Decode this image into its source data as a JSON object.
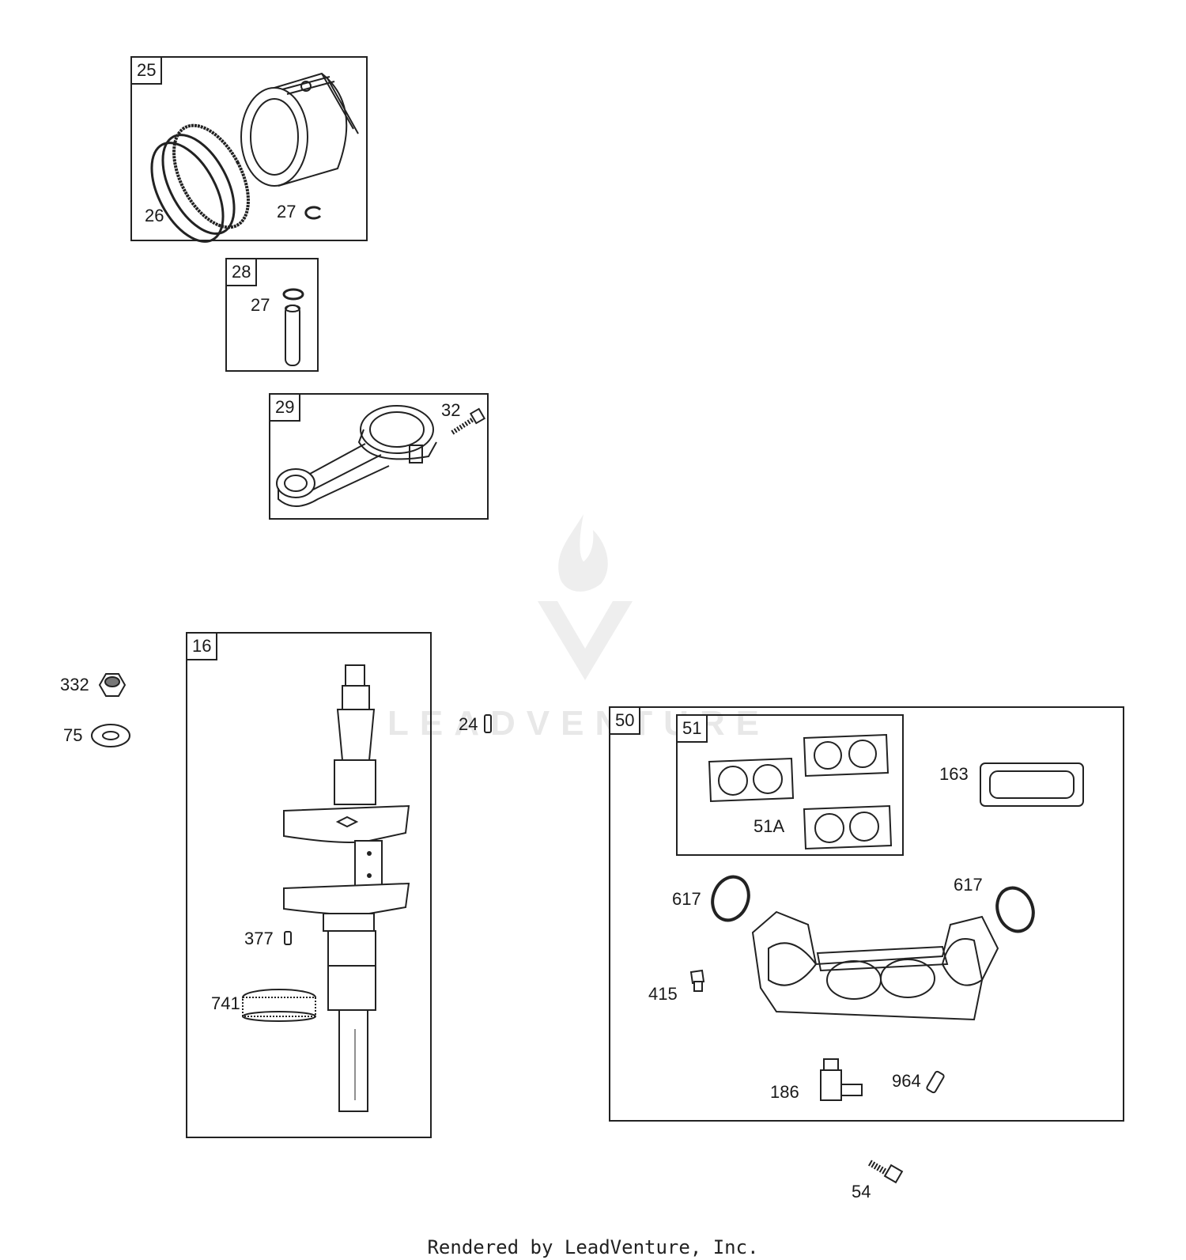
{
  "watermark": "LEADVENTURE",
  "footer": "Rendered by LeadVenture, Inc.",
  "boxes": {
    "piston": {
      "tag": "25",
      "rings": "26",
      "clip": "27"
    },
    "pin": {
      "tag": "28",
      "clip": "27"
    },
    "rod": {
      "tag": "29",
      "bolt": "32"
    },
    "crank": {
      "tag": "16",
      "key": "377",
      "gear": "741"
    },
    "manifold": {
      "tag": "50",
      "gasket_kit": "51",
      "gasket_alt": "51A",
      "cover_gasket": "163",
      "oring_left": "617",
      "oring_right": "617",
      "fitting": "415",
      "elbow": "186",
      "plug": "964"
    }
  },
  "loose": {
    "nut": "332",
    "washer": "75",
    "key": "24",
    "screw": "54"
  }
}
